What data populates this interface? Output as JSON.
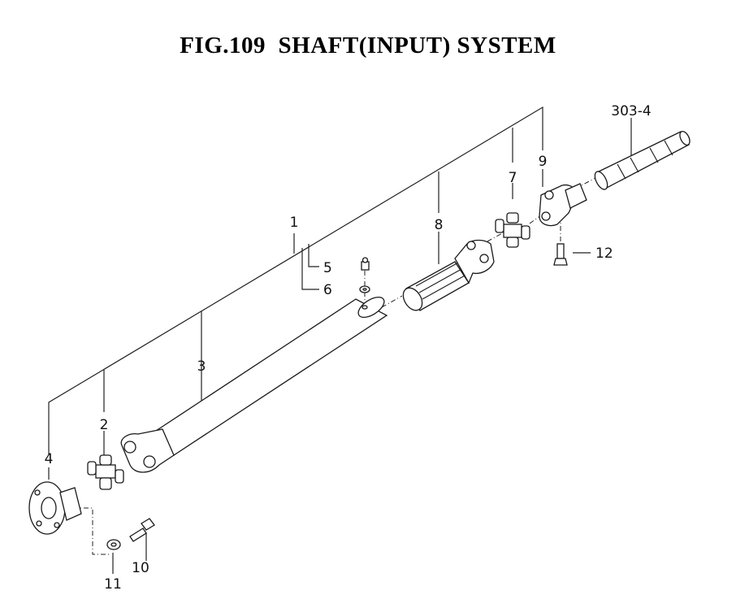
{
  "diagram": {
    "title": "FIG.109  SHAFT(INPUT) SYSTEM",
    "labels": {
      "p1": "1",
      "p2": "2",
      "p3": "3",
      "p4": "4",
      "p5": "5",
      "p6": "6",
      "p7": "7",
      "p8": "8",
      "p9": "9",
      "p10": "10",
      "p11": "11",
      "p12": "12",
      "p303": "303-4"
    }
  }
}
